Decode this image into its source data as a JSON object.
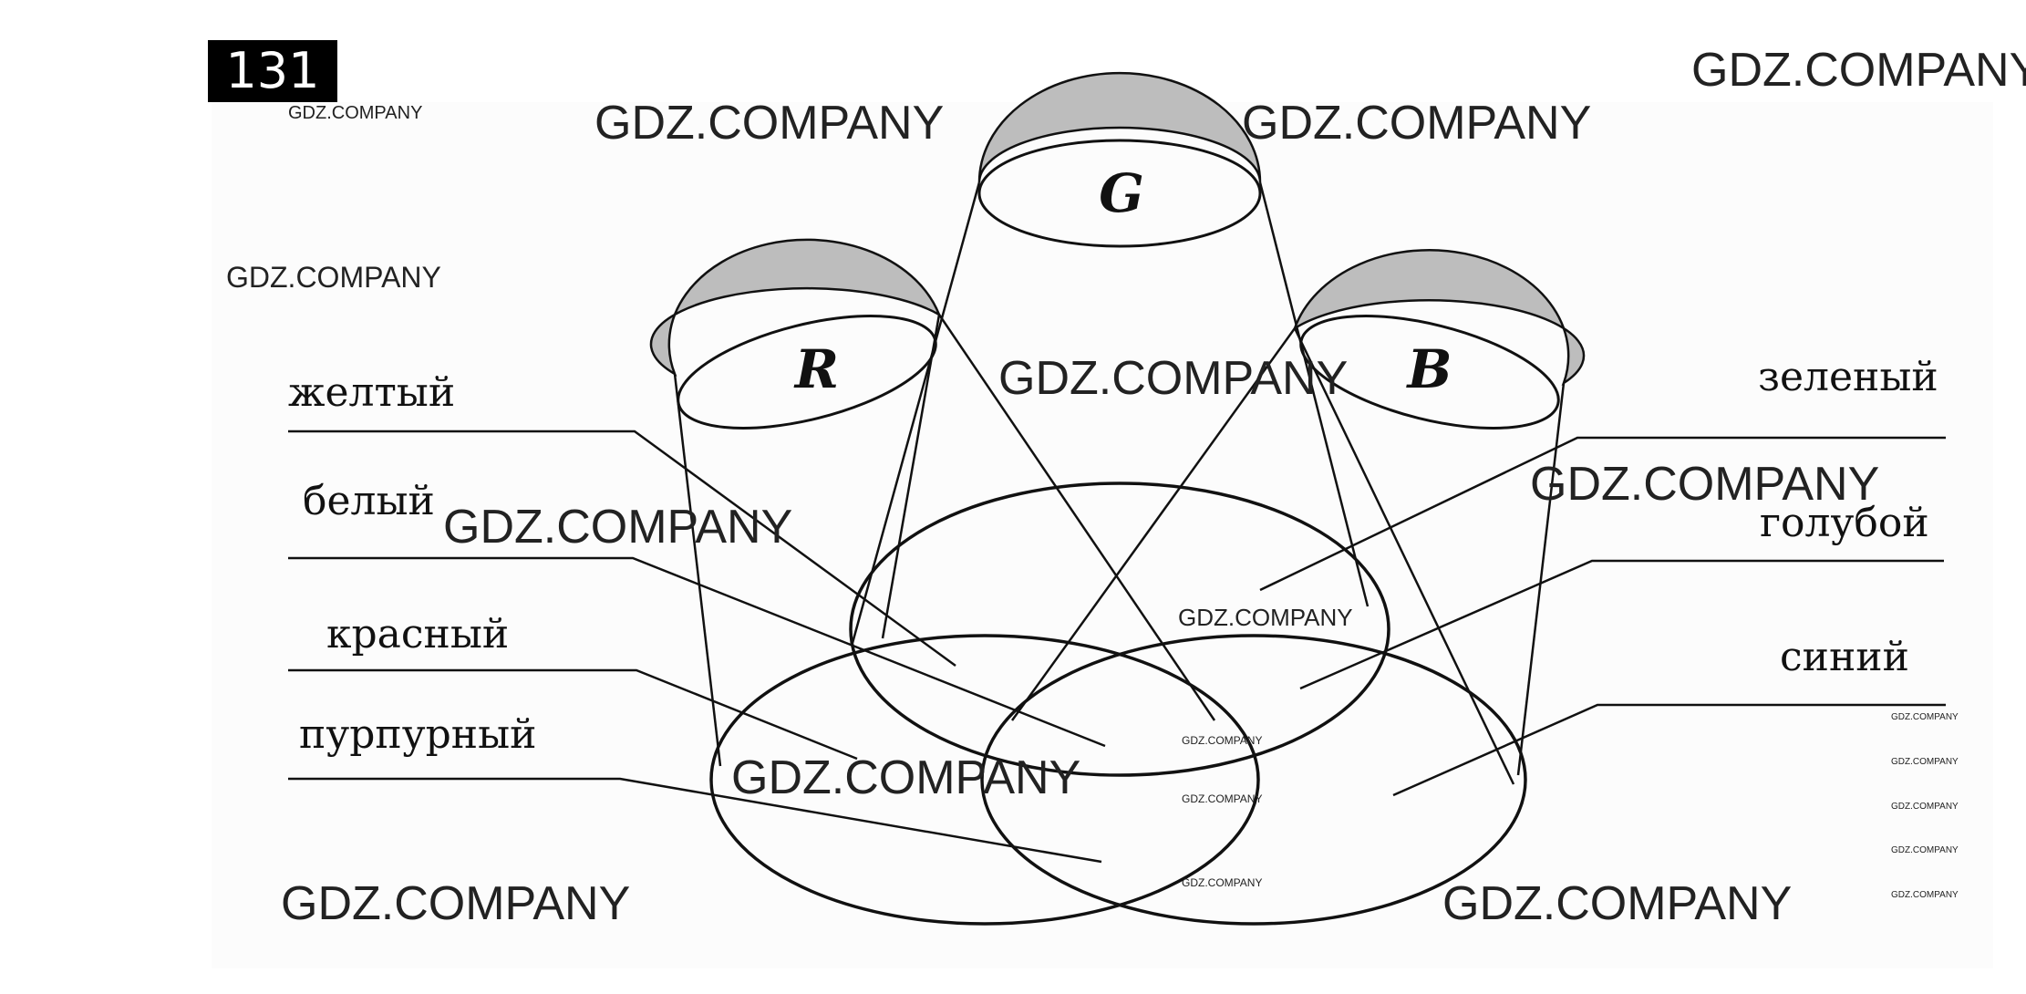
{
  "task_number": "131",
  "cones": [
    {
      "id": "R",
      "label": "R"
    },
    {
      "id": "G",
      "label": "G"
    },
    {
      "id": "B",
      "label": "B"
    }
  ],
  "left_labels": [
    "желтый",
    "белый",
    "красный",
    "пурпурный"
  ],
  "right_labels": [
    "зеленый",
    "голубой",
    "синий"
  ],
  "watermark": "GDZ.COMPANY",
  "colors": {
    "ink": "#111111",
    "shade": "#bdbdbd",
    "panel": "#fcfcfc"
  }
}
